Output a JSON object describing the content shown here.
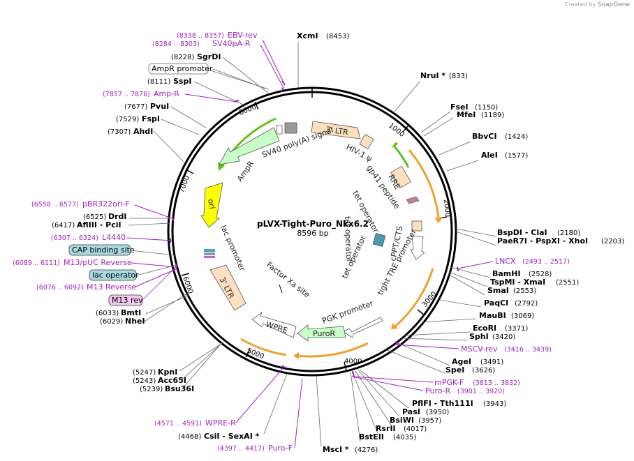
{
  "brand": {
    "created_by": "Created by",
    "name": "SnapGene"
  },
  "plasmid": {
    "name": "pLVX-Tight-Puro_Nkx6.2",
    "size": "8596 bp"
  },
  "enzymes": [
    {
      "id": "xcmi",
      "name": "XcmI",
      "pos": "(8453)"
    },
    {
      "id": "nrui",
      "name": "NruI *",
      "pos": "(833)"
    },
    {
      "id": "fsei",
      "name": "FseI",
      "pos": "(1150)"
    },
    {
      "id": "mfei",
      "name": "MfeI",
      "pos": "(1189)"
    },
    {
      "id": "bbvci",
      "name": "BbvCI",
      "pos": "(1424)"
    },
    {
      "id": "alei",
      "name": "AleI",
      "pos": "(1577)"
    },
    {
      "id": "bspdi",
      "name": "BspDI - ClaI",
      "pos": "(2180)"
    },
    {
      "id": "paer7i",
      "name": "PaeR7I - PspXI - XhoI",
      "pos": "(2203)"
    },
    {
      "id": "bamhi",
      "name": "BamHI",
      "pos": "(2528)"
    },
    {
      "id": "tspmi",
      "name": "TspMI - XmaI",
      "pos": "(2551)"
    },
    {
      "id": "smai",
      "name": "SmaI",
      "pos": "(2553)"
    },
    {
      "id": "paqci",
      "name": "PaqCI",
      "pos": "(2792)"
    },
    {
      "id": "maubi",
      "name": "MauBI",
      "pos": "(3069)"
    },
    {
      "id": "ecori",
      "name": "EcoRI",
      "pos": "(3371)"
    },
    {
      "id": "sphi",
      "name": "SphI",
      "pos": "(3420)"
    },
    {
      "id": "agei",
      "name": "AgeI",
      "pos": "(3491)"
    },
    {
      "id": "spei",
      "name": "SpeI",
      "pos": "(3626)"
    },
    {
      "id": "pflfi",
      "name": "PflFI - Tth111I",
      "pos": "(3943)"
    },
    {
      "id": "pasi",
      "name": "PasI",
      "pos": "(3950)"
    },
    {
      "id": "bsiwi",
      "name": "BsiWI",
      "pos": "(3957)"
    },
    {
      "id": "rsrii",
      "name": "RsrII",
      "pos": "(4017)"
    },
    {
      "id": "bsteii",
      "name": "BstEII",
      "pos": "(4035)"
    },
    {
      "id": "msci",
      "name": "MscI *",
      "pos": "(4276)"
    },
    {
      "id": "csii",
      "name": "CsiI - SexAI *",
      "pos": "(4468)"
    },
    {
      "id": "kpni",
      "name": "KpnI",
      "pos": "(5247)"
    },
    {
      "id": "acc65i",
      "name": "Acc65I",
      "pos": "(5243)"
    },
    {
      "id": "bsu36i",
      "name": "Bsu36I",
      "pos": "(5239)"
    },
    {
      "id": "bmti",
      "name": "BmtI",
      "pos": "(6033)"
    },
    {
      "id": "nhei",
      "name": "NheI",
      "pos": "(6029)"
    },
    {
      "id": "drdi",
      "name": "DrdI",
      "pos": "(6525)"
    },
    {
      "id": "afliii",
      "name": "AflIII - PciI",
      "pos": "(6417)"
    },
    {
      "id": "ahdi",
      "name": "AhdI",
      "pos": "(7307)"
    },
    {
      "id": "fspi",
      "name": "FspI",
      "pos": "(7529)"
    },
    {
      "id": "pvui",
      "name": "PvuI",
      "pos": "(7677)"
    },
    {
      "id": "sspi",
      "name": "SspI",
      "pos": "(8111)"
    },
    {
      "id": "sgrdi",
      "name": "SgrDI",
      "pos": "(8228)"
    }
  ],
  "primers": [
    {
      "id": "ebv",
      "name": "EBV-rev",
      "pos": "(8338 .. 8357)"
    },
    {
      "id": "sv40pa",
      "name": "SV40pA-R",
      "pos": "(8284 .. 8303)"
    },
    {
      "id": "ampr",
      "name": "Amp-R",
      "pos": "(7857 .. 7876)"
    },
    {
      "id": "pbr",
      "name": "pBR322ori-F",
      "pos": "(6558 .. 6577)"
    },
    {
      "id": "l4440",
      "name": "L4440",
      "pos": "(6307 .. 6324)"
    },
    {
      "id": "m13puc",
      "name": "M13/pUC Reverse",
      "pos": "(6089 .. 6111)"
    },
    {
      "id": "m13rev",
      "name": "M13 Reverse",
      "pos": "(6076 .. 6092)"
    },
    {
      "id": "lncx",
      "name": "LNCX",
      "pos": "(2493 .. 2517)"
    },
    {
      "id": "mscv",
      "name": "MSCV-rev",
      "pos": "(3416 .. 3439)"
    },
    {
      "id": "mpgk",
      "name": "mPGK-F",
      "pos": "(3813 .. 3832)"
    },
    {
      "id": "puror",
      "name": "Puro-R",
      "pos": "(3901 .. 3920)"
    },
    {
      "id": "wprer",
      "name": "WPRE-R",
      "pos": "(4571 .. 4591)"
    },
    {
      "id": "purof",
      "name": "Puro-F",
      "pos": "(4397 .. 4417)"
    }
  ],
  "boxed_labels": {
    "ampr_promoter": "AmpR promoter",
    "cap": "CAP binding site",
    "lac_op": "lac operator",
    "m13rev": "M13 rev"
  },
  "features": {
    "ltr3_top": "3' LTR",
    "hiv": "HIV-1 ψ",
    "rre": "RRE",
    "gp41": "gp41 peptide",
    "tetop1": "tet operator",
    "tetop2": "tet operator",
    "tetop3": "tet operator",
    "cppt": "cPPT/CTS",
    "tight_tre": "tight TRE promoter",
    "pgk": "PGK promoter",
    "puro": "PuroR",
    "wpre": "WPRE",
    "ltr3_bottom": "3' LTR",
    "factorxa": "Factor Xa site",
    "lac_promoter": "lac promoter",
    "ori": "ori",
    "amp": "AmpR",
    "sv40": "SV40 poly(A) signal"
  },
  "ticks": [
    "1000",
    "2000",
    "3000",
    "4000",
    "5000",
    "6000",
    "7000",
    "8000"
  ],
  "colors": {
    "primer": "#a020c0",
    "orange": "#f0a030",
    "green": "#60c020",
    "yellow": "#ffff00",
    "ampr": "#c8ffc8",
    "ltr": "#fde0c0",
    "cap_box": "#a8d8e0",
    "m13_box": "#f0c8f0"
  }
}
